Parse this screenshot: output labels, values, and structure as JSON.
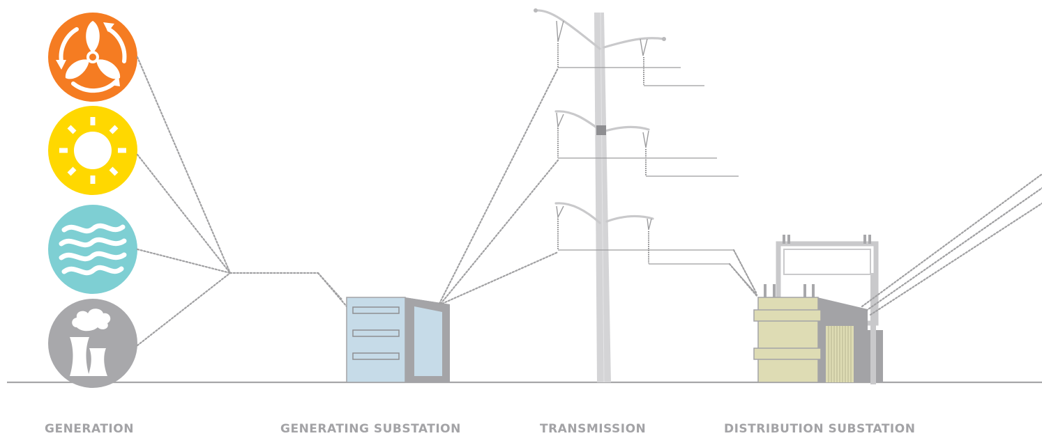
{
  "labels": {
    "generation": "GENERATION",
    "generating_substation": "GENERATING SUBSTATION",
    "transmission": "TRANSMISSION",
    "distribution_substation": "DISTRIBUTION SUBSTATION"
  },
  "colors": {
    "wind": "#f57c22",
    "solar": "#ffd800",
    "hydro": "#7ecfd3",
    "nuclear": "#a8a8ab",
    "ground_line": "#a6a6a8",
    "connector": "#a0a0a2",
    "generating_substation_front": "#c6dbe8",
    "distribution_substation_front": "#dedcb4",
    "pole": "#d4d4d6",
    "label_text": "#a3a3a6"
  },
  "icons": [
    "wind-turbine-icon",
    "sun-icon",
    "water-waves-icon",
    "nuclear-cooling-towers-icon"
  ]
}
